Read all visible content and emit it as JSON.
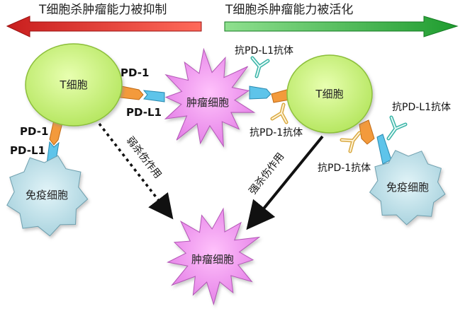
{
  "header": {
    "left_text": "T细胞杀肿瘤能力被抑制",
    "right_text": "T细胞杀肿瘤能力被活化"
  },
  "colors": {
    "left_arrow": "#e3342b",
    "right_arrow": "#3cb54a",
    "t_cell": "#c9f27a",
    "tumor_cell": "#f08ef2",
    "immune_cell": "#bfe0ea",
    "pd1": "#f39a3c",
    "pdl1": "#5ec4ea"
  },
  "cells": {
    "t_cell_left": "T细胞",
    "t_cell_right": "T细胞",
    "tumor_top": "肿瘤细胞",
    "tumor_bottom": "肿瘤细胞",
    "immune_left": "免疫细胞",
    "immune_right": "免疫细胞"
  },
  "labels": {
    "pd1_top": "PD-1",
    "pdl1_top": "PD-L1",
    "pd1_left": "PD-1",
    "pdl1_left": "PD-L1",
    "anti_pdl1_top": "抗PD-L1抗体",
    "anti_pd1_mid": "抗PD-1抗体",
    "anti_pdl1_right": "抗PD-L1抗体",
    "anti_pd1_right": "抗PD-1抗体",
    "weak_kill": "弱杀伤作用",
    "strong_kill": "强杀伤作用"
  }
}
